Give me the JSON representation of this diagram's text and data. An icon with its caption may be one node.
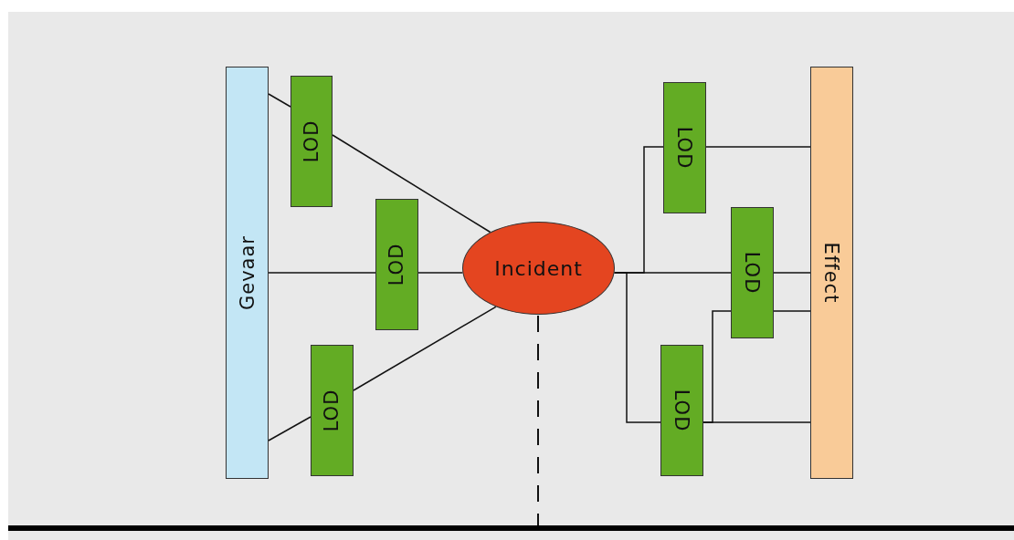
{
  "diagram": {
    "nodes": [
      {
        "text": [
          "Gevaar"
        ]
      },
      {
        "text": [
          "LOD"
        ]
      },
      {
        "text": [
          "LOD"
        ]
      },
      {
        "text": [
          "LOD"
        ]
      },
      {
        "text": [
          "Incident"
        ]
      },
      {
        "text": [
          "LOD"
        ]
      },
      {
        "text": [
          "LOD"
        ]
      },
      {
        "text": [
          "LOD"
        ]
      },
      {
        "text": [
          "Effect"
        ]
      }
    ],
    "edges": [
      {
        "from": 0,
        "to": 1,
        "arrow": "none"
      },
      {
        "from": 1,
        "to": 4,
        "arrow": "none"
      },
      {
        "from": 0,
        "to": 2,
        "arrow": "none"
      },
      {
        "from": 2,
        "to": 4,
        "arrow": "none"
      },
      {
        "from": 0,
        "to": 3,
        "arrow": "none"
      },
      {
        "from": 3,
        "to": 4,
        "arrow": "none"
      },
      {
        "from": 4,
        "to": 5,
        "arrow": "none"
      },
      {
        "from": 5,
        "to": 8,
        "arrow": "none"
      },
      {
        "from": 4,
        "to": 6,
        "arrow": "none"
      },
      {
        "from": 6,
        "to": 8,
        "arrow": "none"
      },
      {
        "from": 4,
        "to": 7,
        "arrow": "none"
      },
      {
        "from": 7,
        "to": 8,
        "arrow": "none"
      },
      {
        "from": 7,
        "to": 6,
        "arrow": "none"
      },
      {
        "from": 6,
        "to": 8,
        "arrow": "none"
      }
    ]
  }
}
